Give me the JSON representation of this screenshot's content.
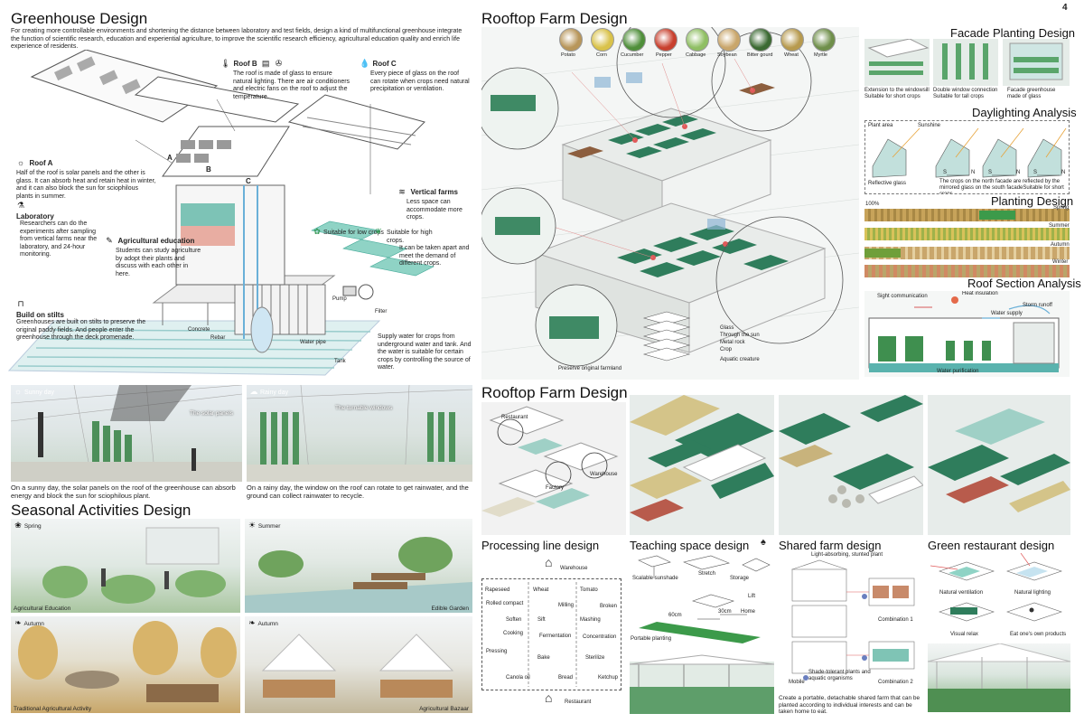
{
  "page_number": "4",
  "greenhouse": {
    "title": "Greenhouse Design",
    "intro": "For creating more controllable environments and shortening the distance between laboratory and test fields, design a kind of multifunctional greenhouse integrate the function of scientific research, education and experiential agriculture, to improve the scientific research efficiency, agricultural education quality and enrich life experience of residents.",
    "roof_b": {
      "title": "Roof B",
      "text": "The roof is made of glass to ensure natural lighting. There are air conditioners and electric fans on the roof to adjust the temperature."
    },
    "roof_c": {
      "title": "Roof C",
      "text": "Every piece of glass on the roof can rotate when crops need natural precipitation or ventilation."
    },
    "roof_a": {
      "title": "Roof A",
      "text": "Half of the roof is solar panels and the other is glass. It can absorb heat and retain heat in winter, and it can also block the sun for sciophilous plants in summer."
    },
    "laboratory": {
      "title": "Laboratory",
      "text": "Researchers can do the experiments after sampling from vertical farms near the laboratory, and 24-hour monitoring."
    },
    "agri_edu": {
      "title": "Agricultural education",
      "text": "Students can study agriculture by adopt their plants and discuss with each other in here."
    },
    "stilts": {
      "title": "Build on stilts",
      "text": "Greenhouses are built on stilts to preserve the original paddy fields. And people enter the greenhouse through the deck promenade."
    },
    "vertical": {
      "title": "Vertical farms",
      "text": "Less space can accommodate more crops."
    },
    "low_crops": "Suitable for low crops",
    "high_crops": "Suitable for high crops.",
    "takeapart": "It can be taken apart and meet the demand of different crops.",
    "supply": "Supply water for crops from underground water and tank. And the water is suitable for certain crops by controlling the source of water.",
    "labels": {
      "a": "A",
      "b": "B",
      "c": "C",
      "pump": "Pump",
      "filter": "Filter",
      "concrete": "Concrete",
      "rebar": "Rebar",
      "water_pipe": "Water pipe",
      "tank": "Tank"
    }
  },
  "weather": {
    "sunny_label": "Sunny day",
    "solar_label": "The solar panels",
    "sunny_text": "On a sunny day, the solar panels on the roof of the greenhouse can absorb energy and block the sun for sciophilous plant.",
    "rainy_label": "Rainy day",
    "windows_label": "The turnable windows",
    "rainy_text": "On a rainy day, the window on the roof can rotate to get rainwater, and the ground can collect rainwater to recycle."
  },
  "seasonal": {
    "title": "Seasonal Activities Design",
    "spring": "Spring",
    "spring_cap": "Agricultural Education",
    "summer": "Summer",
    "summer_cap": "Edible Garden",
    "autumn1": "Autumn",
    "autumn1_cap": "Traditional Agricultural Activity",
    "autumn2": "Autumn",
    "autumn2_cap": "Agricultural Bazaar"
  },
  "rooftop": {
    "title": "Rooftop Farm Design",
    "crops": [
      "Potato",
      "Corn",
      "Cucumber",
      "Pepper",
      "Cabbage",
      "Soybean",
      "Bitter gourd",
      "Wheat",
      "Myrtle"
    ],
    "crop_colors": [
      "#b8965a",
      "#d9c24a",
      "#4f8f3a",
      "#c8402e",
      "#8fbf63",
      "#c9a66b",
      "#3b6a32",
      "#b79a4e",
      "#6f8f4a"
    ],
    "layers": [
      "Glass",
      "Through the sun",
      "Metal rock",
      "Crop",
      "Aquatic creature"
    ],
    "preserve": "Preserve original farmland"
  },
  "facade": {
    "title": "Facade Planting Design",
    "caps": [
      "Extension to the windowsill Suitable for short crops",
      "Double window connection Suitable for tall crops",
      "Facade greenhouse made of glass"
    ]
  },
  "daylight": {
    "title": "Daylighting Analysis",
    "plant_area": "Plant area",
    "sunshine": "Sunshine",
    "reflective": "Reflective glass",
    "s": "S",
    "n": "N",
    "text": "The crops on the north facade are reflected by the mirrored glass on the south facadeSuitable for short crops"
  },
  "planting": {
    "title": "Planting Design",
    "pct": "100%",
    "seasons": [
      "Spring",
      "Summer",
      "Autumn",
      "Winter"
    ]
  },
  "roof_section": {
    "title": "Roof Section Analysis",
    "sight": "Sight communication",
    "heat": "Heat insulation",
    "storm": "Storm runoff",
    "water_supply": "Water supply",
    "purification": "Water purification"
  },
  "rooftop2": {
    "title": "Rooftop Farm Design",
    "restaurant": "Restaurant",
    "warehouse": "Warehouse",
    "factory": "Factory"
  },
  "processing": {
    "title": "Processing line design",
    "warehouse": "Warehouse",
    "restaurant": "Restaurant",
    "col1": [
      "Rapeseed",
      "Rolled compact",
      "Soften",
      "Cooking",
      "Pressing",
      "Canola oil"
    ],
    "col2": [
      "Wheat",
      "Milling",
      "Sift",
      "Fermentation",
      "Bake",
      "Bread"
    ],
    "col3": [
      "Tomato",
      "Broken",
      "Mashing",
      "Concentration",
      "Sterilize",
      "Ketchup"
    ]
  },
  "teaching": {
    "title": "Teaching space design",
    "scalable": "Scalable sunshade",
    "stretch": "Stretch",
    "storage": "Storage",
    "lift": "Lift",
    "home": "Home",
    "d60": "60cm",
    "d30": "30cm",
    "portable": "Portable planting"
  },
  "shared": {
    "title": "Shared farm design",
    "light": "Light-absorbing, stunted plant",
    "combo1": "Combination 1",
    "combo2": "Combination 2",
    "mobile": "Mobile",
    "shade": "Shade-tolerant plants and aquatic organisms",
    "text": "Create a portable, detachable shared farm that can be planted according to individual interests and can be taken home to eat."
  },
  "green": {
    "title": "Green restaurant design",
    "vent": "Natural ventilation",
    "light": "Natural lighting",
    "relax": "Visual relax",
    "eat": "Eat one's own products"
  }
}
